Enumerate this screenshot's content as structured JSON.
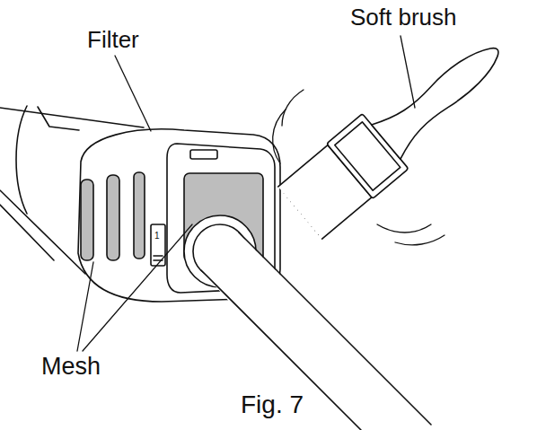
{
  "diagram": {
    "caption": "Fig. 7",
    "labels": [
      "Soft brush",
      "Filter",
      "Mesh",
      "1"
    ]
  }
}
